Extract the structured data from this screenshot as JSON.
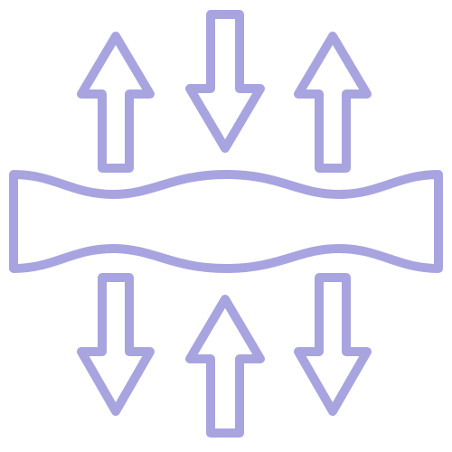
{
  "icon": {
    "name": "breathable-fabric-icon",
    "stroke_color": "#a8a4e0",
    "background_color": "#ffffff",
    "elements": [
      {
        "name": "fabric-layer-icon",
        "kind": "wavy-band"
      },
      {
        "name": "arrow-up-icon",
        "kind": "arrow",
        "direction": "up",
        "group": "top-left"
      },
      {
        "name": "arrow-down-icon",
        "kind": "arrow",
        "direction": "down",
        "group": "top-center"
      },
      {
        "name": "arrow-up-icon",
        "kind": "arrow",
        "direction": "up",
        "group": "top-right"
      },
      {
        "name": "arrow-down-icon",
        "kind": "arrow",
        "direction": "down",
        "group": "bottom-left"
      },
      {
        "name": "arrow-up-icon",
        "kind": "arrow",
        "direction": "up",
        "group": "bottom-center"
      },
      {
        "name": "arrow-down-icon",
        "kind": "arrow",
        "direction": "down",
        "group": "bottom-right"
      }
    ]
  }
}
